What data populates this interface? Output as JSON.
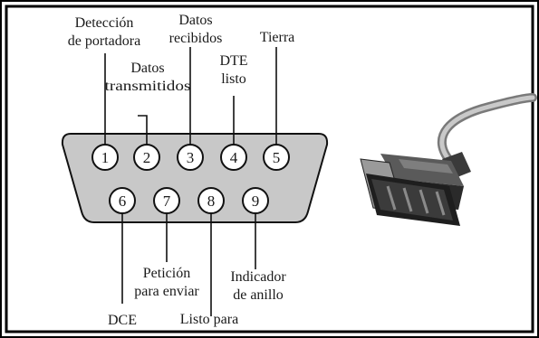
{
  "pins": [
    {
      "number": "1",
      "label": [
        "Detección",
        "de portadora"
      ]
    },
    {
      "number": "2",
      "label": [
        "Datos",
        "transmitidos"
      ]
    },
    {
      "number": "3",
      "label": [
        "Datos",
        "recibidos"
      ]
    },
    {
      "number": "4",
      "label": [
        "DTE",
        "listo"
      ]
    },
    {
      "number": "5",
      "label": [
        "Tierra"
      ]
    },
    {
      "number": "6",
      "label": [
        "DCE"
      ]
    },
    {
      "number": "7",
      "label": [
        "Petición",
        "para enviar"
      ]
    },
    {
      "number": "8",
      "label": [
        "Listo para"
      ]
    },
    {
      "number": "9",
      "label": [
        "Indicador",
        "de anillo"
      ]
    }
  ],
  "colors": {
    "border": "#000000",
    "connector_fill": "#c8c8c8",
    "cable_dark": "#2a2a2a"
  },
  "icons": {
    "connector_photo": "db9-cable-icon"
  }
}
